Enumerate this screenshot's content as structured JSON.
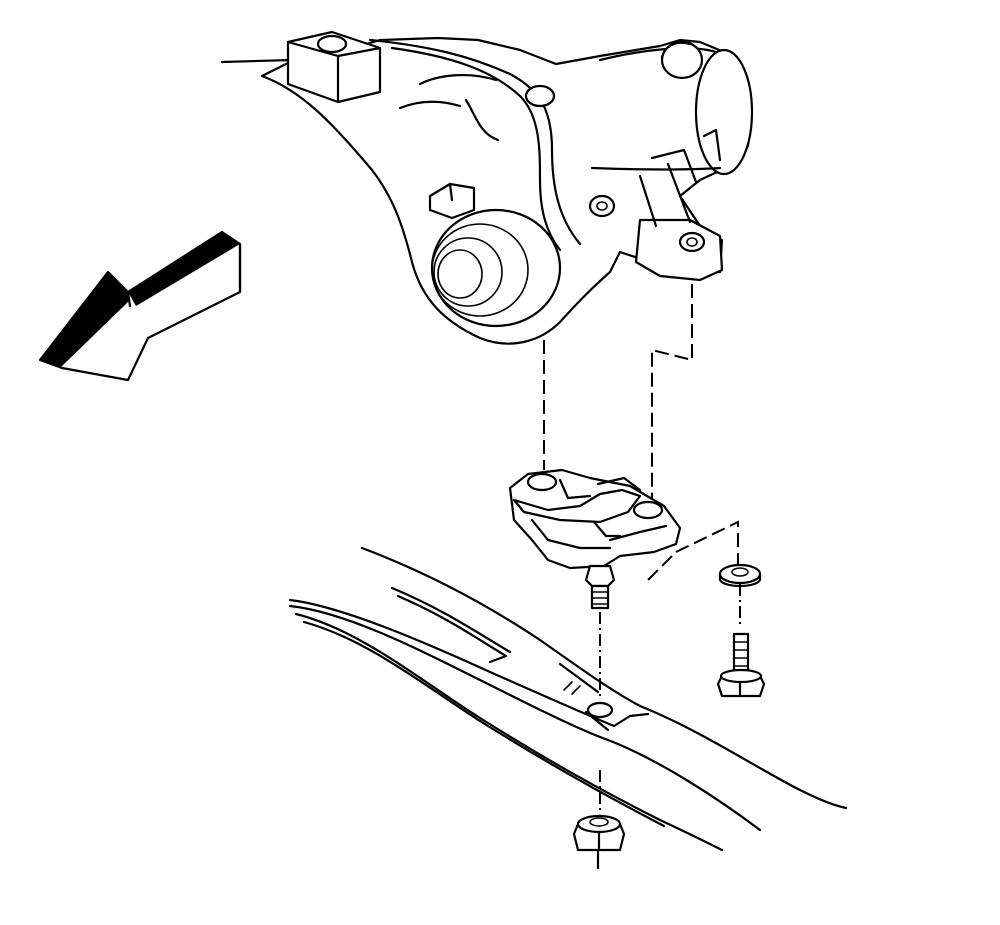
{
  "diagram": {
    "background_color": "#ffffff",
    "line_color": "#000000",
    "components": [
      {
        "name": "front-direction-arrow-icon",
        "type": "arrow"
      },
      {
        "name": "transfer-case-housing",
        "type": "part"
      },
      {
        "name": "transfer-case-mount-bracket",
        "type": "part"
      },
      {
        "name": "frame-crossmember",
        "type": "part"
      },
      {
        "name": "mount-washer",
        "type": "fastener"
      },
      {
        "name": "mount-bolt",
        "type": "fastener"
      },
      {
        "name": "crossmember-nut",
        "type": "fastener"
      }
    ]
  }
}
